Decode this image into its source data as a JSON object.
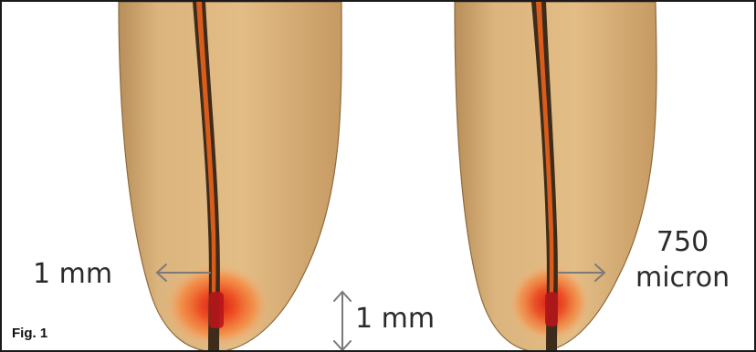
{
  "labels": {
    "left_tooth_measure": "1 mm",
    "vertical_measure": "1 mm",
    "right_tooth_measure_value": "750",
    "right_tooth_measure_unit": "micron"
  },
  "caption": "Fig. 1",
  "colors": {
    "tooth": "#d9b178",
    "tooth_shadow": "#a57f4d",
    "canal_outline": "#3d2b1b",
    "canal_fill": "#d85c1b",
    "heat_glow": "#f25a1e",
    "heat_core": "#c8141a",
    "arrow": "#7a7a7a",
    "frame": "#1a1a1a"
  }
}
